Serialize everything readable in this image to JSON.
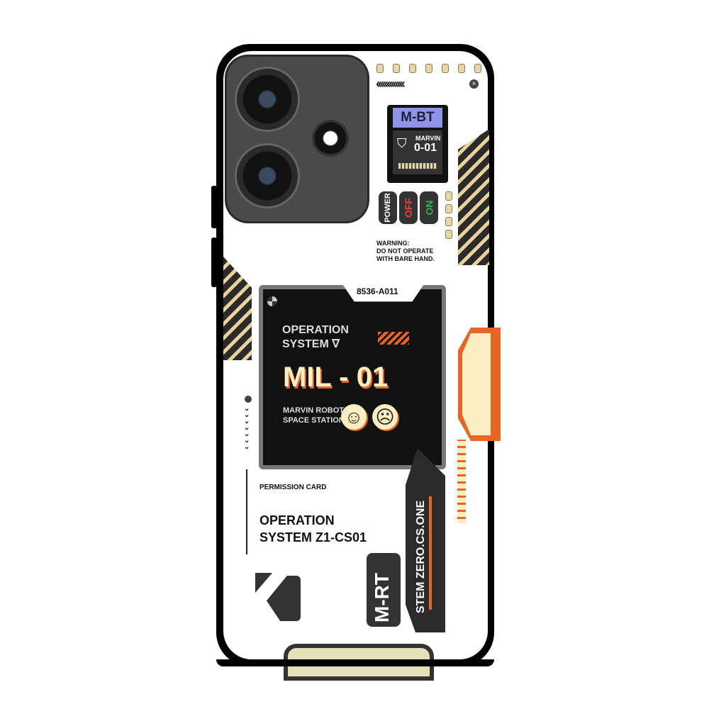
{
  "module": {
    "label": "M-BT",
    "name": "MARVIN",
    "code": "0-01"
  },
  "switches": {
    "power": "POWER",
    "off": "OFF",
    "on": "ON"
  },
  "warning": [
    "WARNING:",
    "DO NOT OPERATE",
    "WITH BARE HAND."
  ],
  "screen": {
    "serial": "8536-A011",
    "os_line1": "OPERATION",
    "os_line2": "SYSTEM ∇",
    "model": "MIL - 01",
    "station_line1": "MARVIN ROBOT",
    "station_line2": "SPACE STATION",
    "happy": "☺",
    "sad": "☹"
  },
  "card": {
    "label": "PERMISSION CARD",
    "line1": "OPERATION",
    "line2": "SYSTEM Z1-CS01"
  },
  "side": {
    "brand": "M-RT",
    "system": "STEM ZERO.CS.ONE"
  },
  "colors": {
    "accent": "#e8652a",
    "cream": "#fbeec0",
    "dark": "#2b2b2b",
    "module_blue": "#8f94e6"
  }
}
